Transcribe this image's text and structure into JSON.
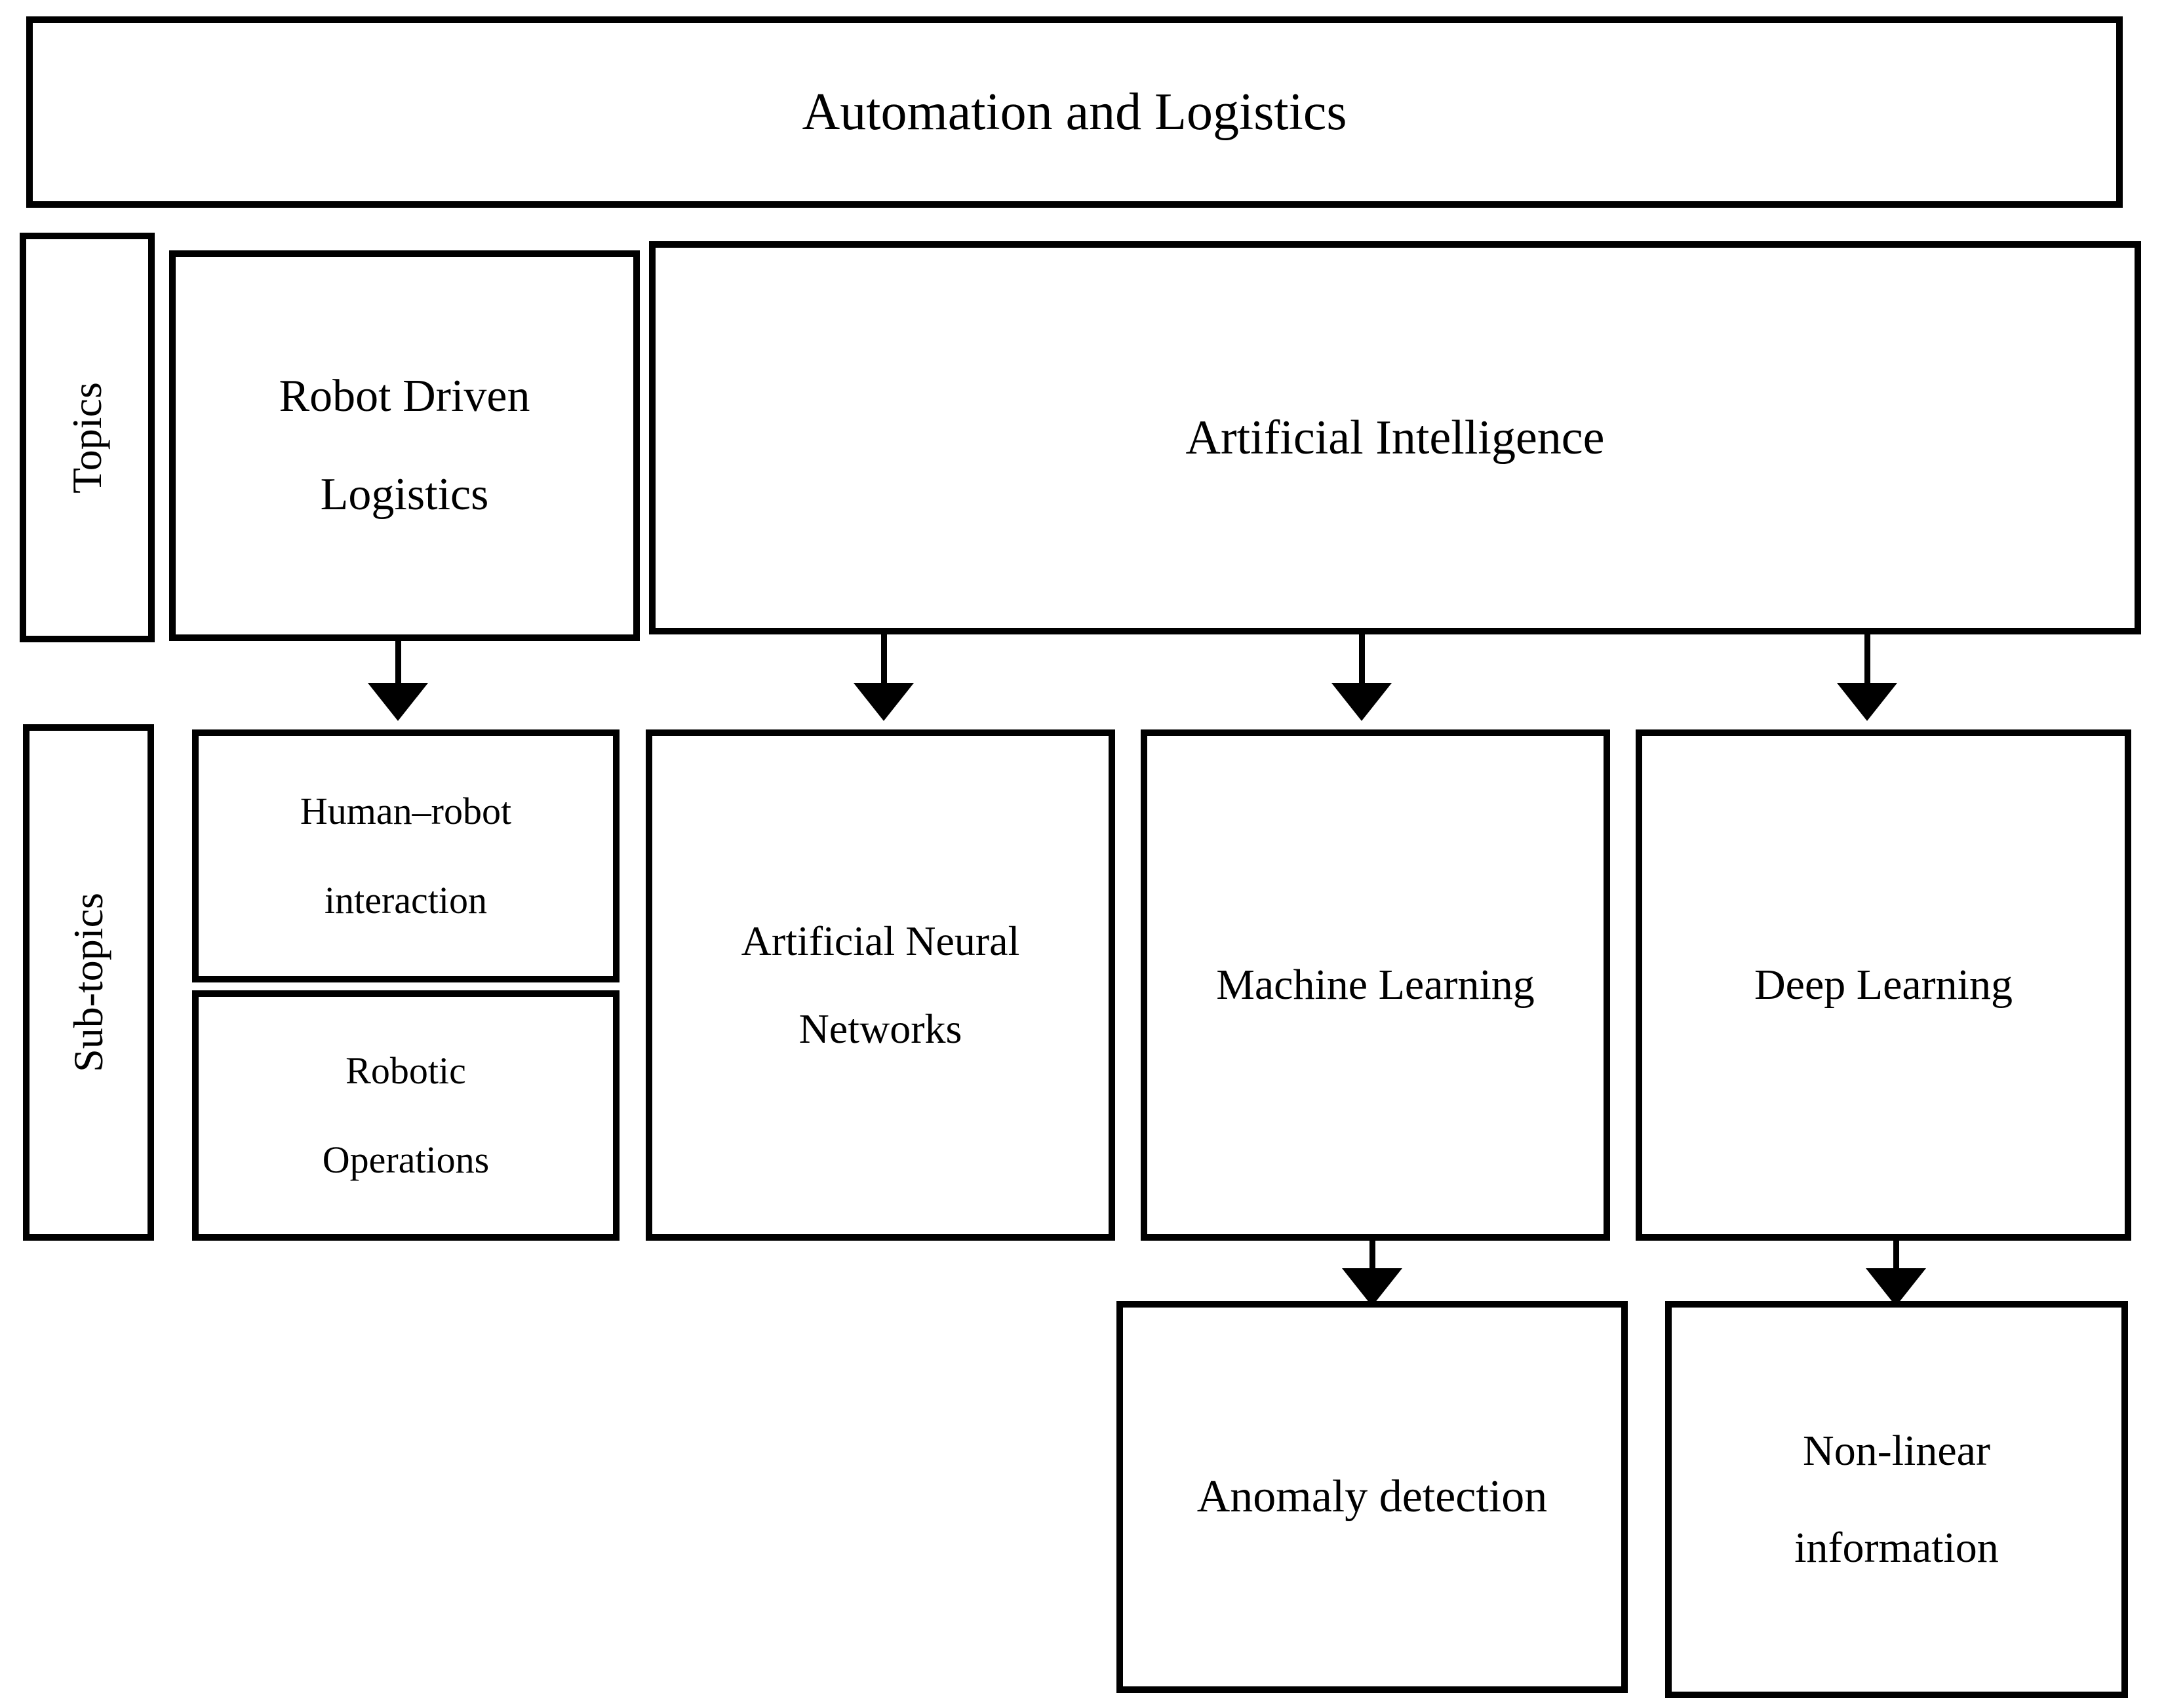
{
  "colors": {
    "background": "#ffffff",
    "border": "#000000",
    "text": "#000000"
  },
  "diagram": {
    "title": "Automation and Logistics",
    "row_labels": {
      "topics": "Topics",
      "subtopics": "Sub-topics"
    },
    "topics": {
      "robot_driven_logistics": {
        "line1": "Robot Driven",
        "line2": "Logistics"
      },
      "artificial_intelligence": {
        "label": "Artificial Intelligence"
      }
    },
    "subtopics": {
      "human_robot_interaction": {
        "line1": "Human–robot",
        "line2": "interaction"
      },
      "robotic_operations": {
        "line1": "Robotic",
        "line2": "Operations"
      },
      "artificial_neural_networks": {
        "line1": "Artificial Neural",
        "line2": "Networks"
      },
      "machine_learning": {
        "label": "Machine Learning"
      },
      "deep_learning": {
        "label": "Deep Learning"
      }
    },
    "sub_subtopics": {
      "anomaly_detection": {
        "label": "Anomaly detection"
      },
      "non_linear_information": {
        "line1": "Non-linear",
        "line2": "information"
      }
    },
    "icons": {
      "connector": "down-arrow"
    }
  }
}
